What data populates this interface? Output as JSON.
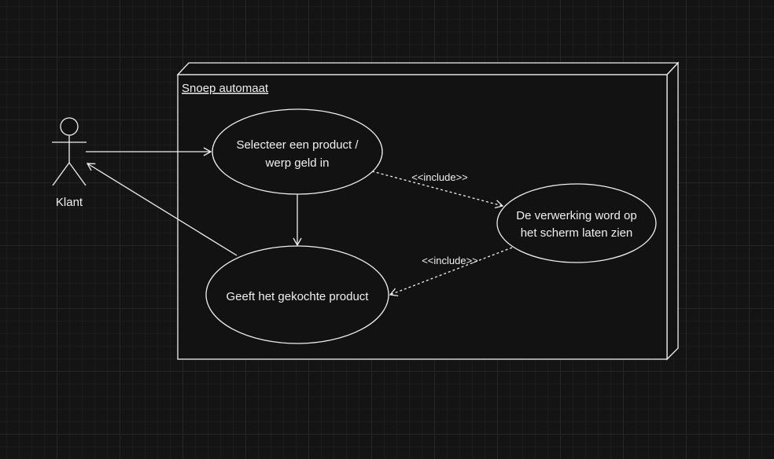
{
  "diagram": {
    "system": {
      "title": "Snoep automaat"
    },
    "actor": {
      "label": "Klant"
    },
    "usecases": {
      "select": {
        "line1": "Selecteer een product /",
        "line2": "werp geld in"
      },
      "deliver": {
        "label": "Geeft het gekochte product"
      },
      "process": {
        "line1": "De verwerking word op",
        "line2": "het scherm laten zien"
      }
    },
    "relations": {
      "include_1": "<<include>>",
      "include_2": "<<include>>"
    },
    "colors": {
      "background": "#141414",
      "stroke": "#f0f0f0",
      "fill": "#121212"
    }
  }
}
